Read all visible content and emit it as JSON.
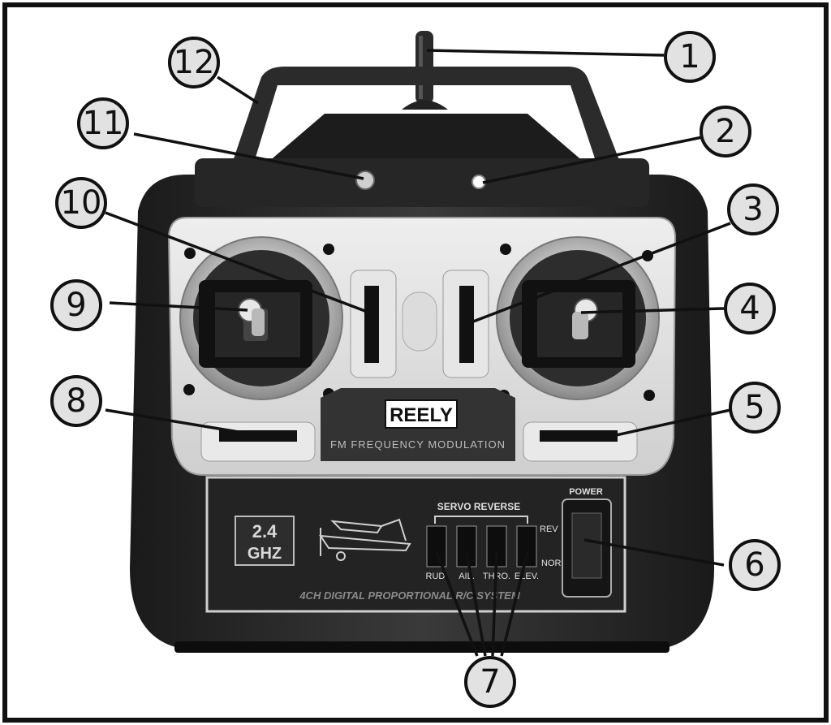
{
  "brand": "REELY",
  "panel": {
    "modulation": "FM FREQUENCY MODULATION",
    "freq_top": "2.4",
    "freq_bottom": "GHZ",
    "servo_reverse": "SERVO REVERSE",
    "rev": "REV",
    "nor": "NOR",
    "channels": [
      "RUD.",
      "AIL.",
      "THRO.",
      "ELEV."
    ],
    "power": "POWER",
    "system": "4CH DIGITAL PROPORTIONAL R/C SYSTEM"
  },
  "callouts": [
    "1",
    "2",
    "3",
    "4",
    "5",
    "6",
    "7",
    "8",
    "9",
    "10",
    "11",
    "12"
  ]
}
